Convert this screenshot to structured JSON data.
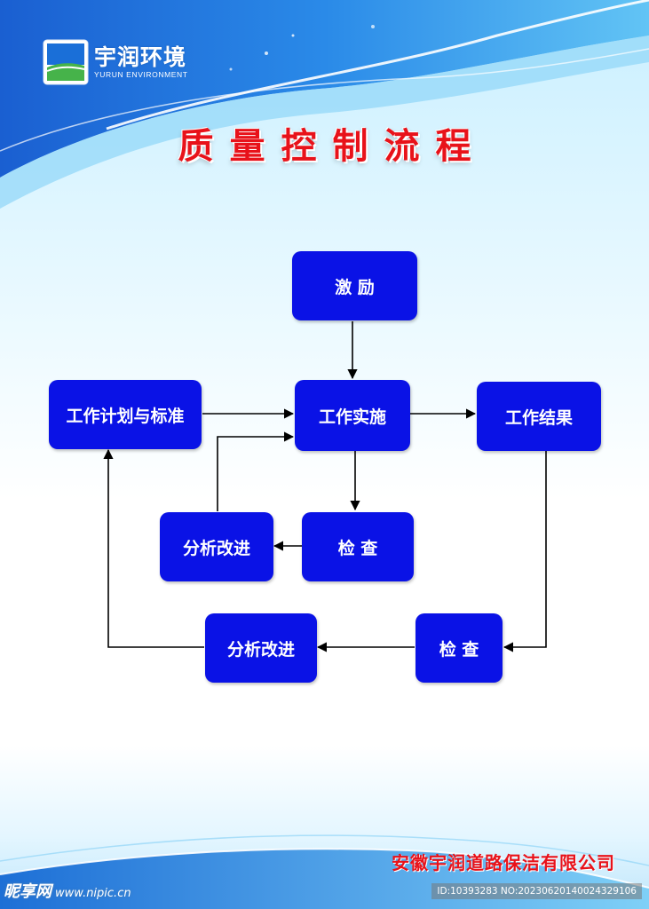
{
  "logo": {
    "cn": "宇润环境",
    "en": "YURUN ENVIRONMENT"
  },
  "title": "质量控制流程",
  "flow": {
    "motivate": "激 励",
    "implement": "工作实施",
    "plan": "工作计划与标准",
    "result": "工作结果",
    "analyze_inner": "分析改进",
    "check_inner": "检 查",
    "analyze_outer": "分析改进",
    "check_outer": "检 查"
  },
  "company": "安徽宇润道路保洁有限公司",
  "watermark": {
    "site": "昵享网",
    "url": "www.nipic.cn",
    "id": "ID:10393283 NO:20230620140024329106"
  },
  "colors": {
    "box": "#0a12e6",
    "title": "#e8121a",
    "arrow": "#000000"
  }
}
